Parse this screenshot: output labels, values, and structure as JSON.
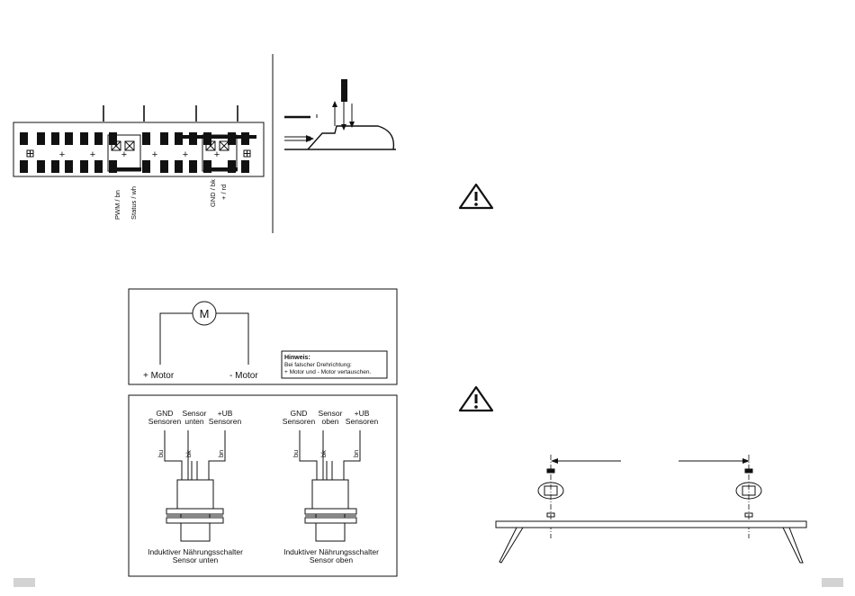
{
  "terminal_block": {
    "labels": {
      "pwm": "PWM / bn",
      "status": "Status / wh",
      "gnd": "GND / bk",
      "plus": "+ / rd"
    },
    "plus_sign": "+"
  },
  "motor_box": {
    "motor_symbol": "M",
    "plus_motor": "+ Motor",
    "minus_motor": "- Motor",
    "note_title": "Hinweis:",
    "note_line1": "Bei falscher Drehrichtung:",
    "note_line2": "+ Motor und - Motor vertauschen."
  },
  "sensor_box": {
    "left": {
      "gnd": [
        "GND",
        "Sensoren"
      ],
      "sensor": [
        "Sensor",
        "unten"
      ],
      "ub": [
        "+UB",
        "Sensoren"
      ],
      "wires": [
        "bu",
        "bk",
        "bn"
      ],
      "caption1": "Induktiver Nährungsschalter",
      "caption2": "Sensor unten"
    },
    "right": {
      "gnd": [
        "GND",
        "Sensoren"
      ],
      "sensor": [
        "Sensor",
        "oben"
      ],
      "ub": [
        "+UB",
        "Sensoren"
      ],
      "wires": [
        "bu",
        "bk",
        "bn"
      ],
      "caption1": "Induktiver Nährungsschalter",
      "caption2": "Sensor oben"
    }
  },
  "warning": {
    "icon": "warning-triangle-icon"
  },
  "colors": {
    "ink": "#111111",
    "page_marker": "#d3d3d3"
  }
}
